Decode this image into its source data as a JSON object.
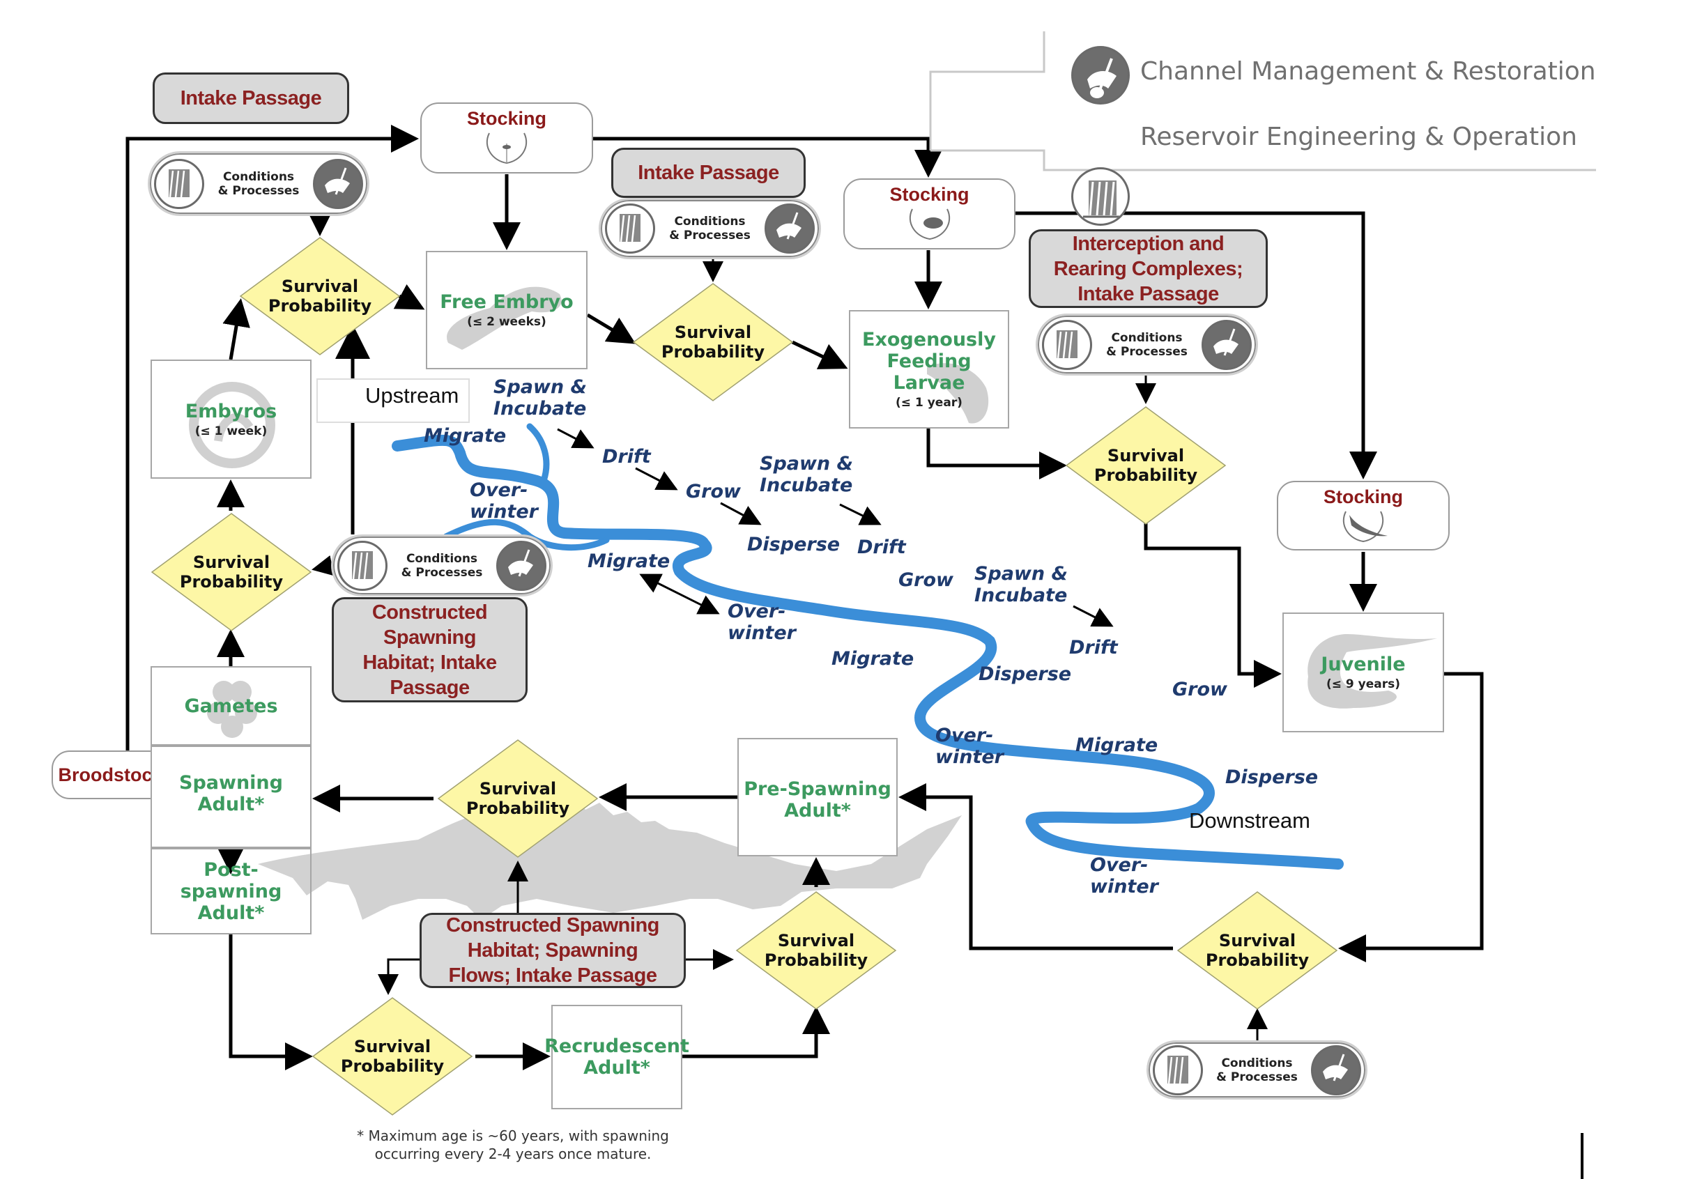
{
  "legend": {
    "items": [
      {
        "label": "Channel Management & Restoration",
        "icon": "shovel-icon"
      },
      {
        "label": "Reservoir Engineering & Operation",
        "icon": "dam-icon"
      }
    ]
  },
  "management_actions": {
    "intake_passage_top": "Intake Passage",
    "intake_passage_mid": "Intake Passage",
    "interception": [
      "Interception and",
      "Rearing Complexes;",
      "Intake Passage"
    ],
    "constructed_upper": [
      "Constructed",
      "Spawning",
      "Habitat; Intake",
      "Passage"
    ],
    "constructed_lower": [
      "Constructed Spawning",
      "Habitat; Spawning",
      "Flows; Intake Passage"
    ],
    "broodstock": "Broodstock"
  },
  "stocking": {
    "label": "Stocking"
  },
  "conditions": {
    "line1": "Conditions",
    "line2": "& Processes"
  },
  "survival": {
    "line1": "Survival",
    "line2": "Probability"
  },
  "stages": {
    "free_embryo": {
      "name": "Free Embryo",
      "age": "(≤ 2 weeks)"
    },
    "larvae": {
      "name": [
        "Exogenously",
        "Feeding",
        "Larvae"
      ],
      "age": "(≤ 1 year)"
    },
    "embryos": {
      "name": "Embyros",
      "age": "(≤ 1 week)"
    },
    "juvenile": {
      "name": "Juvenile",
      "age": "(≤ 9 years)"
    },
    "gametes": {
      "name": "Gametes"
    },
    "spawning_adult": {
      "name": [
        "Spawning",
        "Adult*"
      ]
    },
    "post_spawning": {
      "name": [
        "Post-",
        "spawning",
        "Adult*"
      ]
    },
    "pre_spawning": {
      "name": [
        "Pre-Spawning",
        "Adult*"
      ]
    },
    "recrudescent": {
      "name": [
        "Recrudescent",
        "Adult*"
      ]
    }
  },
  "river": {
    "upstream": "Upstream",
    "downstream": "Downstream",
    "processes": {
      "spawn1": [
        "Spawn &",
        "Incubate"
      ],
      "migrate1": "Migrate",
      "drift1": "Drift",
      "overwinter1": [
        "Over-",
        "winter"
      ],
      "grow1": "Grow",
      "spawn2": [
        "Spawn &",
        "Incubate"
      ],
      "disperse1": "Disperse",
      "drift2": "Drift",
      "migrate2": "Migrate",
      "grow2": "Grow",
      "spawn3": [
        "Spawn &",
        "Incubate"
      ],
      "overwinter2": [
        "Over-",
        "winter"
      ],
      "drift3": "Drift",
      "migrate3": "Migrate",
      "disperse2": "Disperse",
      "grow3": "Grow",
      "overwinter3": [
        "Over-",
        "winter"
      ],
      "migrate4": "Migrate",
      "disperse3": "Disperse",
      "overwinter4": [
        "Over-",
        "winter"
      ]
    }
  },
  "footnote": [
    "* Maximum age is ~60 years, with spawning",
    "occurring every 2-4 years once mature."
  ],
  "colors": {
    "management_text": "#8b2121",
    "management_fill": "#d9d9d9",
    "stage_text": "#3c9a5f",
    "diamond_fill": "#fdf7a6",
    "process_text": "#1f3b6e",
    "river": "#3b8ed8",
    "ghost": "#cfcfcf"
  }
}
